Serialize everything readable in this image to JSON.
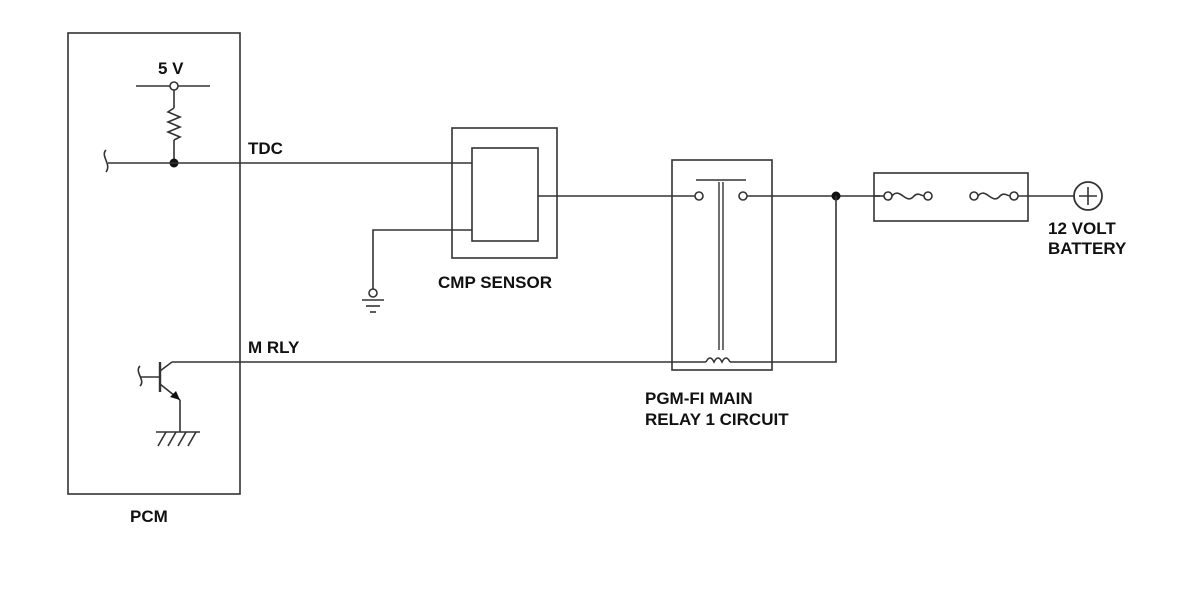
{
  "labels": {
    "supply": "5 V",
    "tdc": "TDC",
    "m_rly": "M RLY",
    "pcm": "PCM",
    "cmp_sensor": "CMP SENSOR",
    "relay_line1": "PGM-FI MAIN",
    "relay_line2": "RELAY 1 CIRCUIT",
    "battery_line1": "12 VOLT",
    "battery_line2": "BATTERY"
  },
  "colors": {
    "line": "#333333",
    "text": "#111111",
    "background": "#ffffff"
  }
}
